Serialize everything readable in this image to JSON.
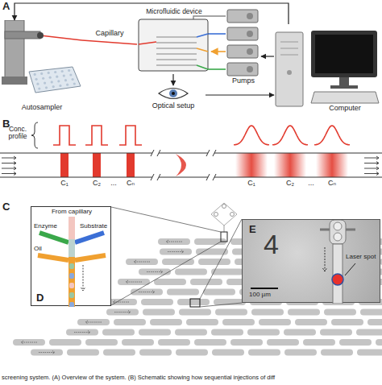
{
  "diagram": {
    "caption": "screening system. (A) Overview of the system. (B) Schematic showing how sequential injections of diff",
    "nodes": [
      {
        "text": [
          "Autosampler"
        ]
      },
      {
        "text": [
          "Microfluidic device"
        ]
      },
      {
        "text": [
          "Pumps"
        ]
      },
      {
        "text": [
          "Computer"
        ]
      },
      {
        "text": [
          "Optical setup"
        ]
      },
      {
        "text": [
          "From capillary",
          "Enzyme",
          "Substrate",
          "Oil",
          "D"
        ]
      },
      {
        "text": [
          "E",
          "4",
          "100 µm",
          "Laser spot"
        ]
      }
    ],
    "edges": [
      {
        "from": 3,
        "to": 0,
        "arrow": "to"
      },
      {
        "from": 0,
        "to": 1,
        "label": "Capillary",
        "arrow": "none"
      },
      {
        "from": 2,
        "to": 1,
        "arrow": "to"
      },
      {
        "from": 1,
        "to": 4,
        "arrow": "to"
      },
      {
        "from": 4,
        "to": 3,
        "arrow": "to"
      },
      {
        "from": 3,
        "to": 2,
        "arrow": "to"
      }
    ],
    "labels": [
      "A",
      "B",
      "Conc. profile",
      "C₁",
      "C₂",
      "...",
      "Cₙ",
      "C₁",
      "C₂",
      "...",
      "Cₙ",
      "C"
    ]
  }
}
